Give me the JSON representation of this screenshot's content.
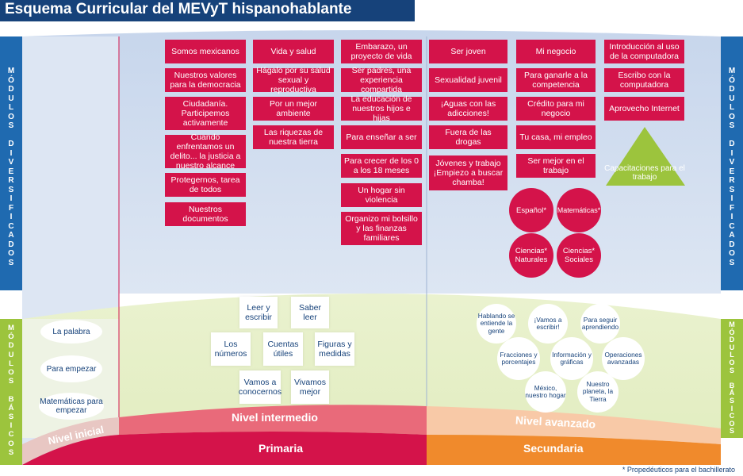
{
  "title": "Esquema Curricular del MEVyT hispanohablante",
  "side_labels": {
    "top": [
      "M",
      "Ó",
      "D",
      "U",
      "L",
      "O",
      "S",
      "",
      "D",
      "I",
      "V",
      "E",
      "R",
      "S",
      "I",
      "F",
      "I",
      "C",
      "A",
      "D",
      "O",
      "S"
    ],
    "bottom": [
      "M",
      "Ó",
      "D",
      "U",
      "L",
      "O",
      "S",
      "",
      "B",
      "Á",
      "S",
      "I",
      "C",
      "O",
      "S"
    ]
  },
  "levels": {
    "inicial": "Nivel inicial",
    "intermedio": "Nivel intermedio",
    "avanzado": "Nivel avanzado",
    "primaria": "Primaria",
    "secundaria": "Secundaria"
  },
  "inicial_modules": [
    "La palabra",
    "Para empezar",
    "Matemáticas para empezar"
  ],
  "diversified": {
    "col1": [
      "Somos mexicanos",
      "Nuestros valores para la democracia",
      "Ciudadanía. Participemos activamente",
      "Cuando enfrentamos un delito... la justicia a nuestro alcance",
      "Protegernos, tarea de todos",
      "Nuestros documentos"
    ],
    "col2": [
      "Vida y salud",
      "Hágalo por su salud sexual y reproductiva",
      "Por un mejor ambiente",
      "Las riquezas de nuestra tierra"
    ],
    "col3": [
      "Embarazo, un proyecto de vida",
      "Ser padres, una experiencia compartida",
      "La educación de nuestros hijos e hijas",
      "Para enseñar a ser",
      "Para crecer de los 0 a los 18 meses",
      "Un hogar sin violencia",
      "Organizo mi bolsillo y las finanzas familiares"
    ],
    "col4": [
      "Ser joven",
      "Sexualidad juvenil",
      "¡Aguas con las adicciones!",
      "Fuera de las drogas",
      "Jóvenes y trabajo ¡Empiezo a buscar chamba!"
    ],
    "col5": [
      "Mi negocio",
      "Para ganarle a la competencia",
      "Crédito para mi negocio",
      "Tu casa, mi empleo",
      "Ser mejor en el trabajo"
    ],
    "col6": [
      "Introducción al uso de la computadora",
      "Escribo con la computadora",
      "Aprovecho Internet"
    ],
    "triangle": "Capacitaciones para el trabajo",
    "propedeuticos": [
      "Español*",
      "Matemáticas*",
      "Ciencias* Naturales",
      "Ciencias* Sociales"
    ]
  },
  "basic_intermedio": [
    "Leer y escribir",
    "Saber leer",
    "Los números",
    "Cuentas útiles",
    "Figuras y medidas",
    "Vamos a conocernos",
    "Vivamos mejor"
  ],
  "basic_avanzado": [
    "Hablando se entiende la gente",
    "¡Vamos a escribir!",
    "Para seguir aprendiendo",
    "Fracciones y porcentajes",
    "Información y gráficas",
    "Operaciones avanzadas",
    "México, nuestro hogar",
    "Nuestro planeta, la Tierra"
  ],
  "footnote": "* Propedéuticos para el bachillerato",
  "colors": {
    "navy": "#16427a",
    "blue": "#1f6ab0",
    "green": "#9cc43d",
    "red": "#d4134a",
    "orange": "#f08a2c",
    "lightblue": "#cfdcee",
    "lightgreen": "#e6f0c8"
  }
}
